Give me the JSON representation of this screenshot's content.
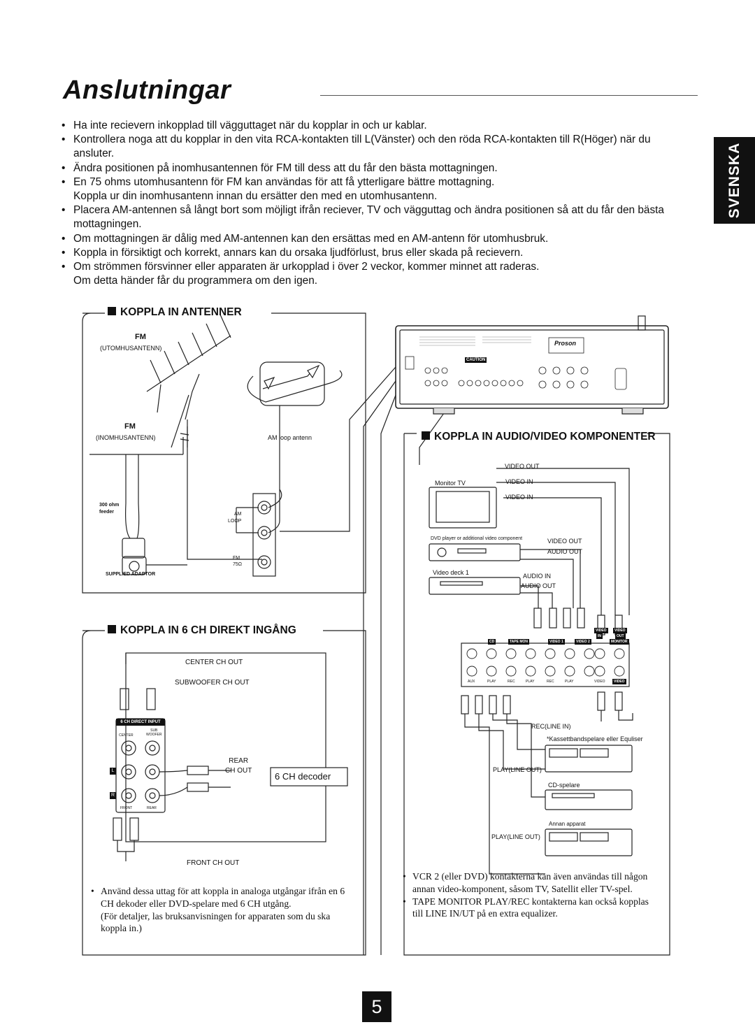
{
  "page": {
    "title": "Anslutningar",
    "language_tab": "SVENSKA",
    "page_number": "5"
  },
  "notes": [
    "Ha inte recievern inkopplad till vägguttaget när du kopplar in och ur kablar.",
    "Kontrollera noga att du kopplar in den vita RCA-kontakten till L(Vänster) och den röda RCA-kontakten till R(Höger) när du ansluter.",
    "Ändra positionen på inomhusantennen för FM till dess att du får den bästa mottagningen.",
    "En 75 ohms utomhusantenn för FM kan användas för att få ytterligare bättre mottagning.",
    "Koppla ur din inomhusantenn innan du ersätter den med en utomhusantenn.",
    "Placera AM-antennen så långt bort som möjligt ifrån reciever, TV och vägguttag och ändra positionen så att du får den bästa mottagningen.",
    "Om mottagningen är dålig med AM-antennen kan den ersättas med en AM-antenn för utomhusbruk.",
    "Koppla in försiktigt och korrekt, annars kan du orsaka ljudförlust, brus eller skada på recievern.",
    "Om strömmen försvinner eller apparaten är urkopplad i över 2 veckor, kommer minnet att raderas.",
    "Om detta händer får du programmera om den igen."
  ],
  "antenna_section": {
    "heading": "KOPPLA IN ANTENNER",
    "fm_outdoor": "FM",
    "fm_outdoor_sub": "(UTOMHUSANTENN)",
    "fm_indoor": "FM",
    "fm_indoor_sub": "(INOMHUSANTENN)",
    "am_loop": "AM loop antenn",
    "feeder": "300 ohm\nfeeder",
    "supplied_adaptor": "SUPPLIED ADAPTOR",
    "am_terminal": "AM",
    "loop_terminal": "LOOP",
    "fm_terminal": "FM",
    "fm_ohm": "75Ω"
  },
  "receiver": {
    "brand": "Proson",
    "caution": "CAUTION"
  },
  "av_section": {
    "heading": "KOPPLA IN AUDIO/VIDEO KOMPONENTER",
    "video_out_top": "VIDEO OUT",
    "monitor_tv": "Monitor TV",
    "video_in_1": "VIDEO IN",
    "video_in_2": "VIDEO IN",
    "dvd_label": "DVD player or additional video component",
    "dvd_video_out": "VIDEO OUT",
    "dvd_audio_out": "AUDIO OUT",
    "video_deck": "Video deck 1",
    "deck_audio_in": "AUDIO IN",
    "deck_audio_out": "AUDIO OUT",
    "panel_tags": [
      "CD",
      "TAPE MON",
      "VIDEO 1",
      "VIDEO 2",
      "MONITOR"
    ],
    "panel_video_in": "IN",
    "panel_video_out": "OUT",
    "panel_video": "VIDEO",
    "panel_bottom": [
      "AUX",
      "PLAY",
      "REC",
      "PLAY",
      "REC",
      "PLAY",
      "VIDEO",
      "VIDEO"
    ],
    "rec_line_in": "REC(LINE IN)",
    "cassette_label": "*Kassettbandspelare eller Equliser",
    "play_line_out_1": "PLAY(LINE OUT)",
    "cd_player": "CD-spelare",
    "other_device": "Annan apparat",
    "play_line_out_2": "PLAY(LINE OUT)"
  },
  "direct_section": {
    "heading": "KOPPLA IN 6 CH DIREKT INGÅNG",
    "center_out": "CENTER CH OUT",
    "sub_out": "SUBWOOFER CH OUT",
    "panel_title": "6 CH DIRECT INPUT",
    "center": "CENTER",
    "sub": "SUB\nWOOFER",
    "front": "FRONT",
    "rear": "REAR",
    "l": "L",
    "r": "R",
    "rear_out": "REAR\nCH OUT",
    "decoder": "6 CH decoder",
    "front_out": "FRONT CH OUT",
    "text_lines": [
      "Använd dessa uttag för att koppla in analoga utgångar ifrån en 6 CH dekoder eller DVD-spelare med 6 CH utgång.",
      "(För detaljer, las bruksanvisningen for apparaten som du ska koppla in.)"
    ]
  },
  "right_notes": [
    "VCR 2 (eller DVD) kontakterna kan även användas till någon annan video-komponent, såsom TV, Satellit eller TV-spel.",
    "TAPE MONITOR PLAY/REC kontakterna kan också kopplas till LINE IN/UT på en extra equalizer."
  ]
}
